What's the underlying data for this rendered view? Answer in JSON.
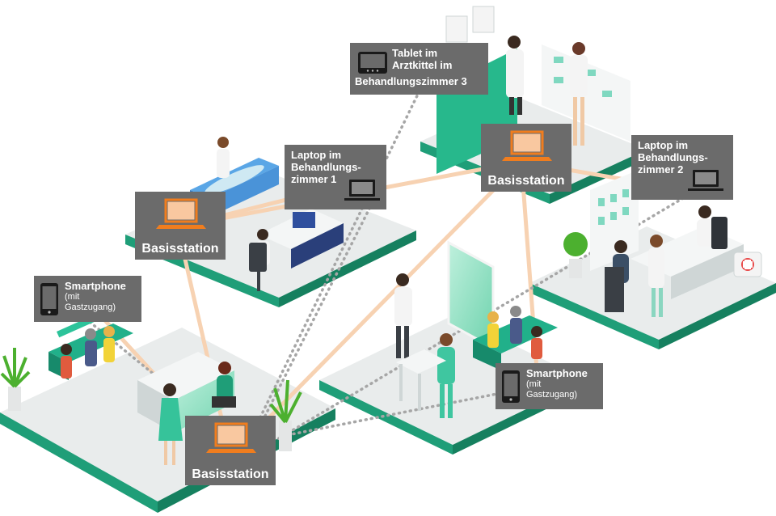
{
  "base_stations": [
    {
      "label": "Basisstation"
    },
    {
      "label": "Basisstation"
    },
    {
      "label": "Basisstation"
    }
  ],
  "devices": [
    {
      "label": "Tablet im Arztkittel im Behandlungszimmer 3",
      "lines": [
        "Tablet im",
        "Arztkittel im",
        "Behandlungszimmer 3"
      ],
      "icon": "tablet-icon"
    },
    {
      "label": "Laptop im Behandlungszimmer 1",
      "lines": [
        "Laptop im",
        "Behandlungs-",
        "zimmer 1"
      ],
      "icon": "laptop-icon"
    },
    {
      "label": "Laptop im Behandlungszimmer 2",
      "lines": [
        "Laptop im",
        "Behandlungs-",
        "zimmer 2"
      ],
      "icon": "laptop-icon"
    },
    {
      "label": "Smartphone (mit Gastzugang)",
      "title": "Smartphone",
      "sub": [
        "(mit",
        "Gastzugang)"
      ],
      "icon": "smartphone-icon"
    },
    {
      "label": "Smartphone (mit Gastzugang)",
      "title": "Smartphone",
      "sub": [
        "(mit",
        "Gastzugang)"
      ],
      "icon": "smartphone-icon"
    }
  ],
  "colors": {
    "box": "#6b6b6b",
    "laptop_orange": "#f07d1e",
    "floor_teal": "#1f9e78",
    "floor_top": "#e9ecec",
    "link_solid": "#f7d2b2",
    "link_dotted": "#a6a6a6"
  }
}
